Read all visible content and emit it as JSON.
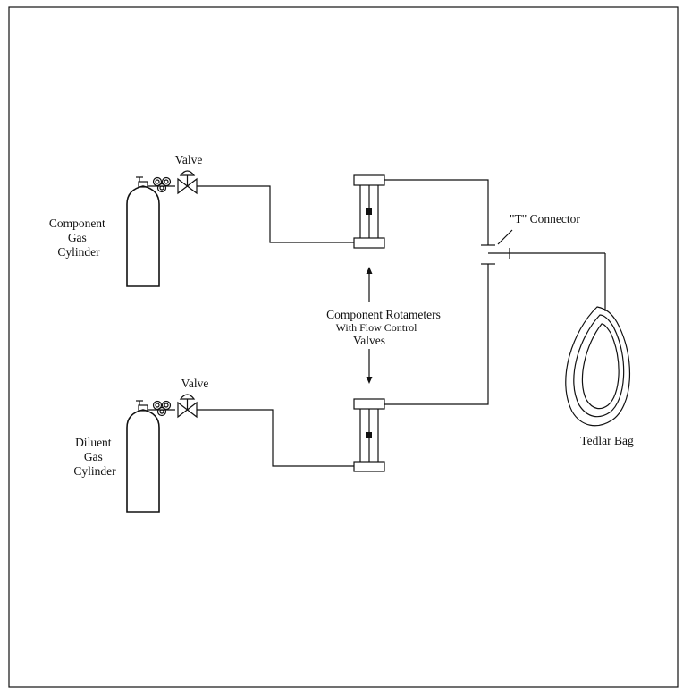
{
  "labels": {
    "component_cylinder": [
      "Component",
      "Gas",
      "Cylinder"
    ],
    "diluent_cylinder": [
      "Diluent",
      "Gas",
      "Cylinder"
    ],
    "valve_top": "Valve",
    "valve_bottom": "Valve",
    "rotameters": [
      "Component Rotameters",
      "With Flow Control",
      "Valves"
    ],
    "t_connector": "\"T\" Connector",
    "tedlar_bag": "Tedlar Bag"
  }
}
